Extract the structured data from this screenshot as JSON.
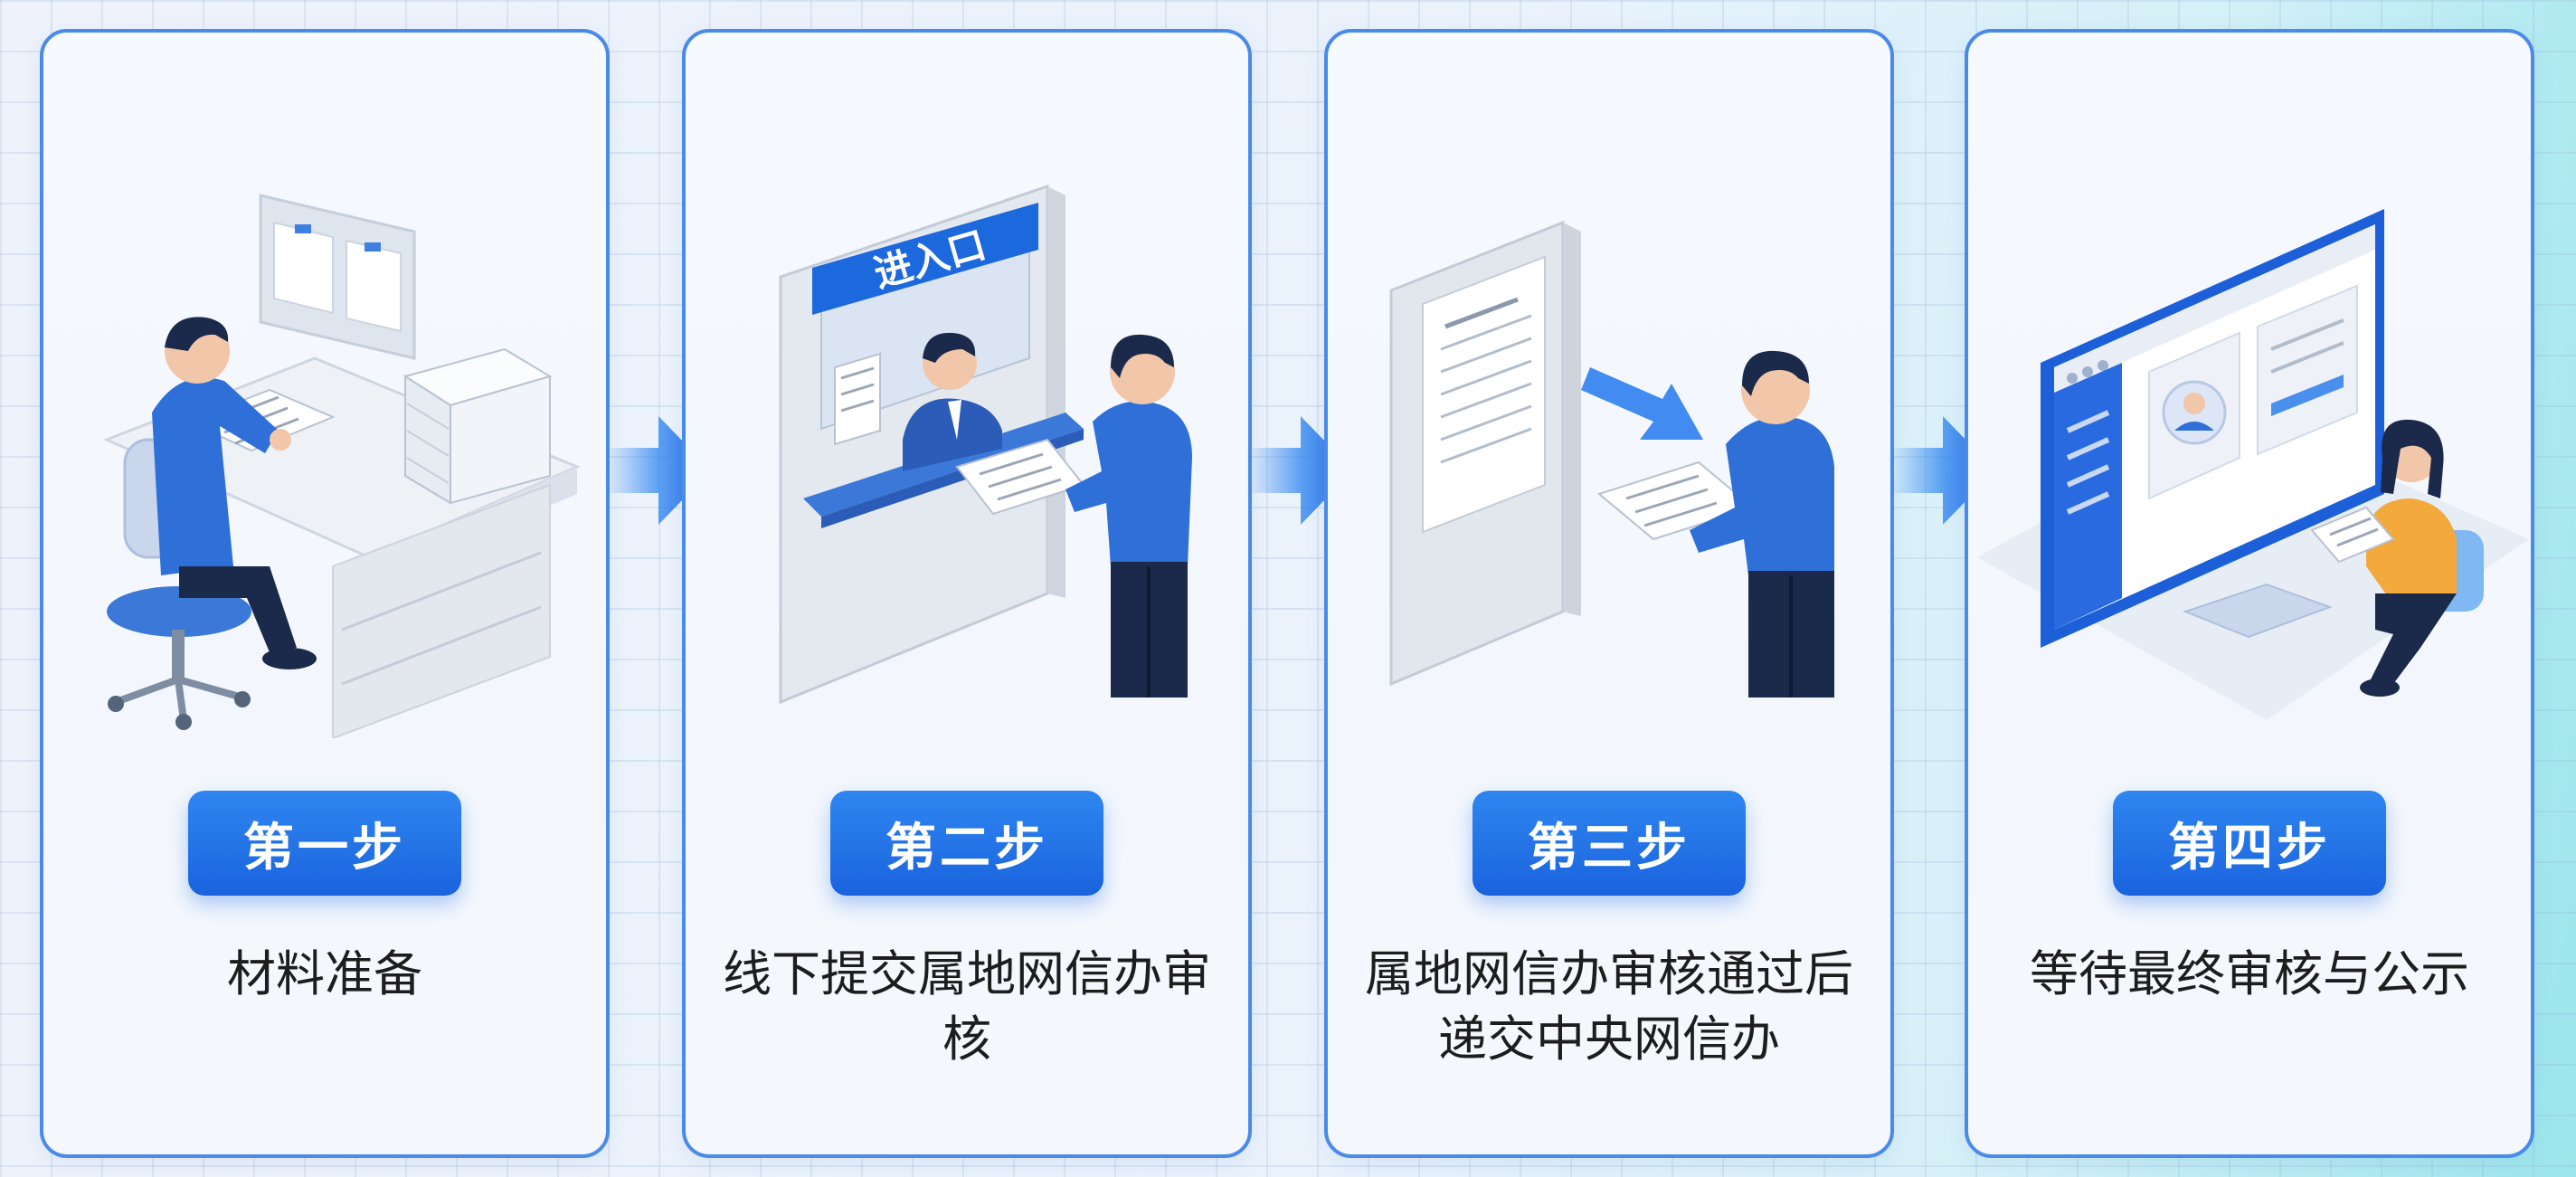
{
  "steps": [
    {
      "badge": "第一步",
      "description": "材料准备"
    },
    {
      "badge": "第二步",
      "description": "线下提交属地网信办审核",
      "window_sign": "进入口"
    },
    {
      "badge": "第三步",
      "description": "属地网信办审核通过后递交中央网信办"
    },
    {
      "badge": "第四步",
      "description": "等待最终审核与公示"
    }
  ],
  "colors": {
    "accent": "#1a63de",
    "border": "#4a8ae8",
    "figure_shirt": "#2f6fd8",
    "figure_pants": "#1b2a4a"
  }
}
